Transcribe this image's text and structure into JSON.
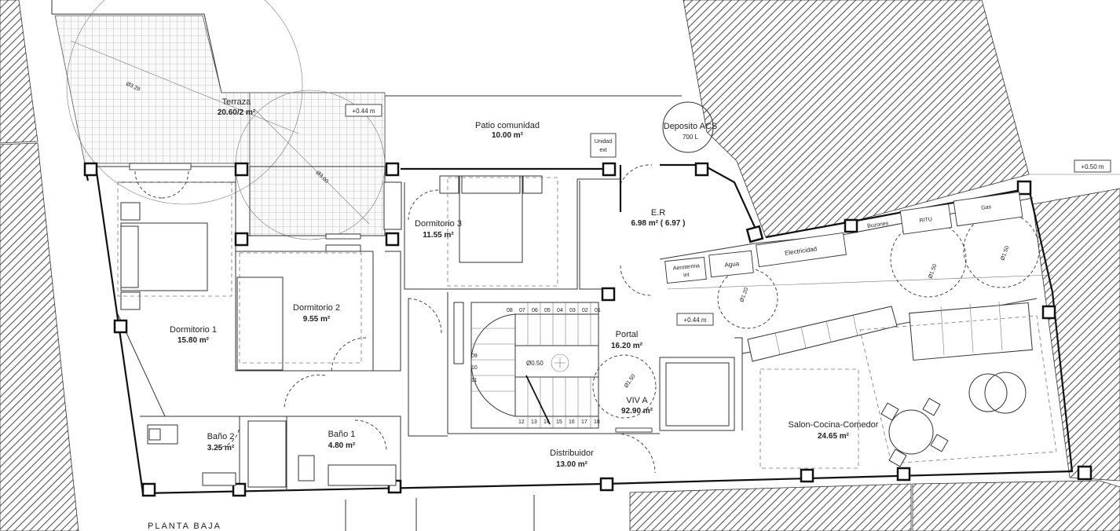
{
  "rooms": {
    "terraza": {
      "name": "Terraza",
      "area": "20.60/2 m²"
    },
    "patio": {
      "name": "Patio comunidad",
      "area": "10.00 m²"
    },
    "deposito": {
      "name": "Deposito ACS",
      "capacity": "700 L"
    },
    "er": {
      "name": "E.R",
      "area": "6.98 m² ( 6.97 )"
    },
    "dormitorio1": {
      "name": "Dormitorio 1",
      "area": "15.80 m²"
    },
    "dormitorio2": {
      "name": "Dormitorio 2",
      "area": "9.55 m²"
    },
    "dormitorio3": {
      "name": "Dormitorio 3",
      "area": "11.55 m²"
    },
    "portal": {
      "name": "Portal",
      "area": "16.20 m²"
    },
    "viva": {
      "name": "VIV A",
      "area": "92.90 m²"
    },
    "salon": {
      "name": "Salon-Cocina-Comedor",
      "area": "24.65 m²"
    },
    "bano1": {
      "name": "Baño 1",
      "area": "4.80 m²"
    },
    "bano2": {
      "name": "Baño 2",
      "area": "3.25 m²"
    },
    "distribuidor": {
      "name": "Distribuidor",
      "area": "13.00 m²"
    }
  },
  "levels": {
    "terraza": "+0.44 m",
    "street": "+0.50 m",
    "portal": "+0.44 m"
  },
  "equipment": {
    "unidad_ext_line1": "Unidad",
    "unidad_ext_line2": "ext",
    "aerotermia_line1": "Aerotermia",
    "aerotermia_line2": "int",
    "agua": "Agua",
    "electricidad": "Electricidad",
    "buzones": "Buzones",
    "ritu": "RITU",
    "gas": "Gas"
  },
  "dimensions": {
    "terraza_circle_1": "Ø3.28",
    "terraza_circle_2": "Ø3.00",
    "turn_er": "Ø1.20",
    "turn_1": "Ø1.50",
    "turn_2": "Ø1.50",
    "turn_viv": "Ø1.50",
    "stair_eye": "Ø0.50"
  },
  "stairs": {
    "top_steps": [
      "08",
      "07",
      "06",
      "05",
      "04",
      "03",
      "02",
      "01"
    ],
    "side_steps": [
      "09",
      "10",
      "11"
    ],
    "bottom_steps": [
      "12",
      "13",
      "14",
      "15",
      "16",
      "17",
      "18"
    ]
  },
  "drawing_title": "PLANTA BAJA"
}
